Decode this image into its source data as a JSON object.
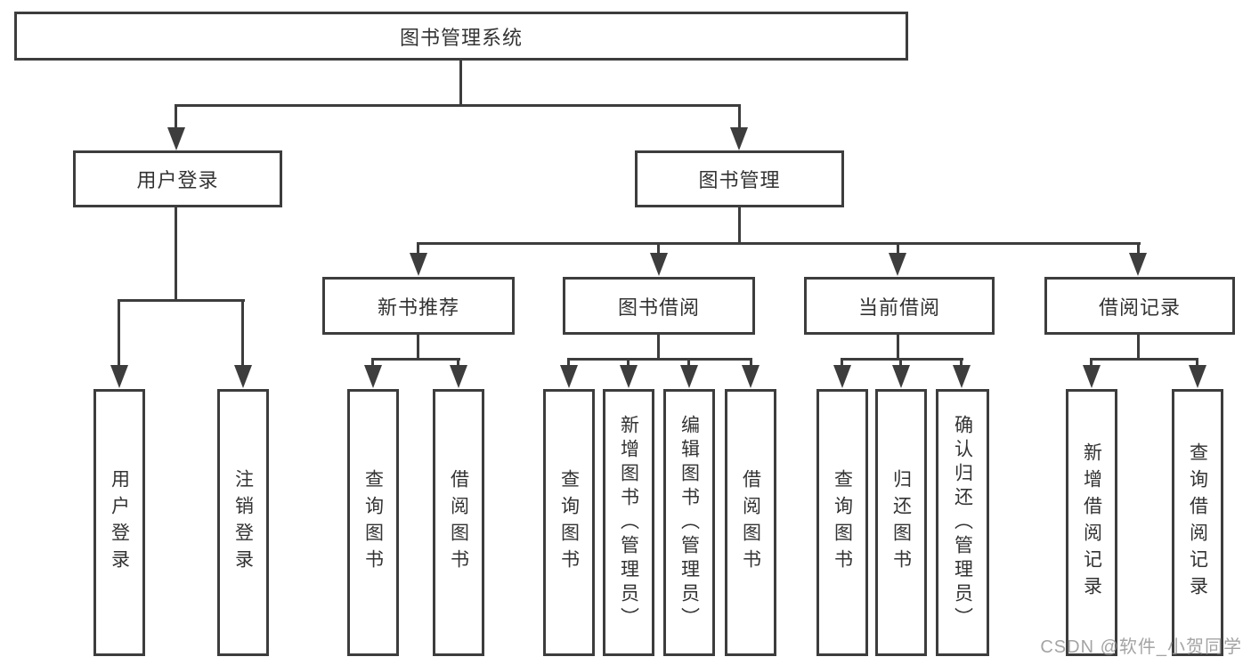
{
  "root": {
    "label": "图书管理系统"
  },
  "branches": [
    {
      "label": "用户登录",
      "children": [
        "用户登录",
        "注销登录"
      ]
    },
    {
      "label": "图书管理"
    }
  ],
  "modules": [
    {
      "label": "新书推荐",
      "children": [
        "查询图书",
        "借阅图书"
      ]
    },
    {
      "label": "图书借阅",
      "children": [
        "查询图书",
        "新增图书（管理员）",
        "编辑图书（管理员）",
        "借阅图书"
      ]
    },
    {
      "label": "当前借阅",
      "children": [
        "查询图书",
        "归还图书",
        "确认归还（管理员）"
      ]
    },
    {
      "label": "借阅记录",
      "children": [
        "新增借阅记录",
        "查询借阅记录"
      ]
    }
  ],
  "watermark": {
    "text": "CSDN @软件_小贺同学"
  },
  "colors": {
    "line": "#3d3d3d",
    "text": "#333333",
    "watermark": "#949494"
  }
}
